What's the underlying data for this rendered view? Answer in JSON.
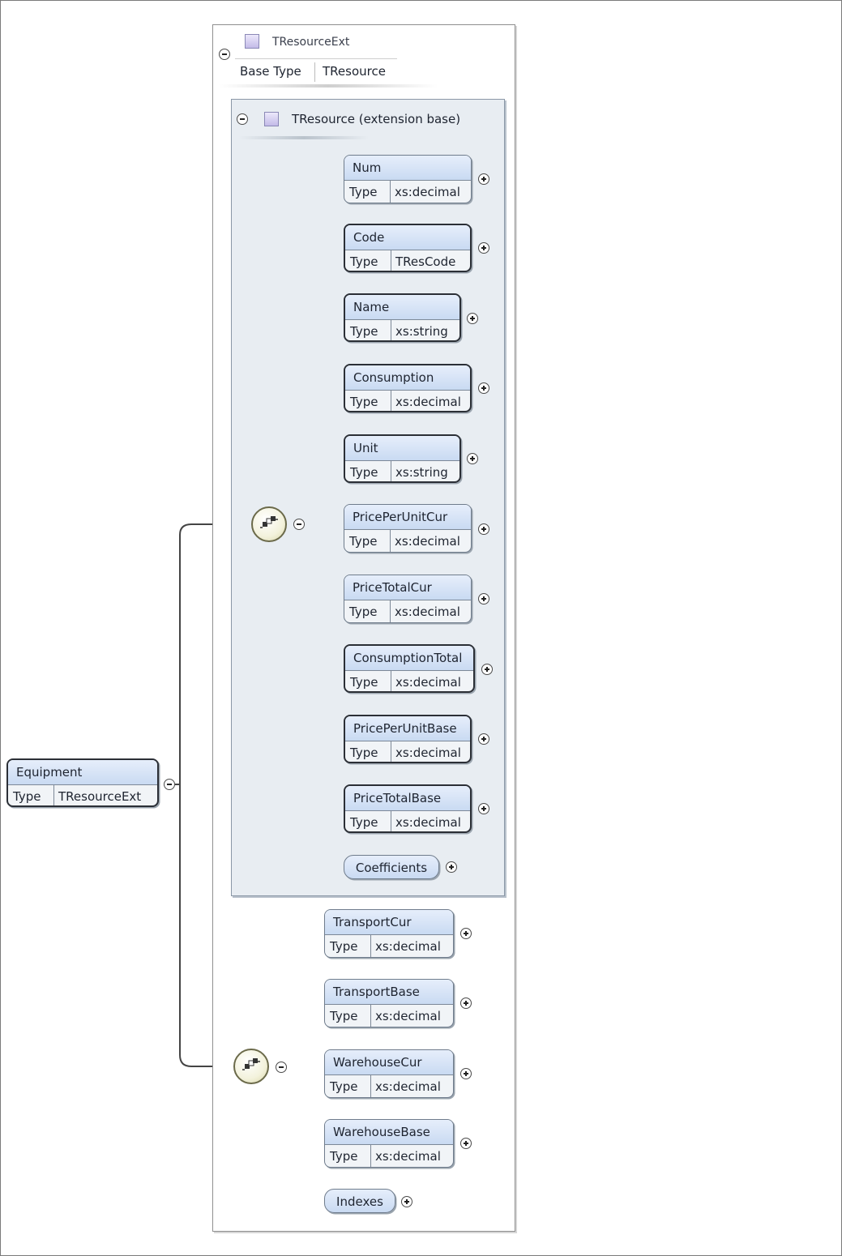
{
  "root": {
    "name": "Equipment",
    "type_key": "Type",
    "type": "TResourceExt"
  },
  "extension_type": {
    "name": "TResourceExt",
    "base_type_label": "Base Type",
    "base_type_value": "TResource"
  },
  "base_group": {
    "title": "TResource (extension base)",
    "elements": [
      {
        "name": "Num",
        "type_key": "Type",
        "type": "xs:decimal"
      },
      {
        "name": "Code",
        "type_key": "Type",
        "type": "TResCode"
      },
      {
        "name": "Name",
        "type_key": "Type",
        "type": "xs:string"
      },
      {
        "name": "Consumption",
        "type_key": "Type",
        "type": "xs:decimal"
      },
      {
        "name": "Unit",
        "type_key": "Type",
        "type": "xs:string"
      },
      {
        "name": "PricePerUnitCur",
        "type_key": "Type",
        "type": "xs:decimal"
      },
      {
        "name": "PriceTotalCur",
        "type_key": "Type",
        "type": "xs:decimal"
      },
      {
        "name": "ConsumptionTotal",
        "type_key": "Type",
        "type": "xs:decimal"
      },
      {
        "name": "PricePerUnitBase",
        "type_key": "Type",
        "type": "xs:decimal"
      },
      {
        "name": "PriceTotalBase",
        "type_key": "Type",
        "type": "xs:decimal"
      }
    ],
    "tail": "Coefficients"
  },
  "ext_group": {
    "elements": [
      {
        "name": "TransportCur",
        "type_key": "Type",
        "type": "xs:decimal"
      },
      {
        "name": "TransportBase",
        "type_key": "Type",
        "type": "xs:decimal"
      },
      {
        "name": "WarehouseCur",
        "type_key": "Type",
        "type": "xs:decimal"
      },
      {
        "name": "WarehouseBase",
        "type_key": "Type",
        "type": "xs:decimal"
      }
    ],
    "tail": "Indexes"
  }
}
